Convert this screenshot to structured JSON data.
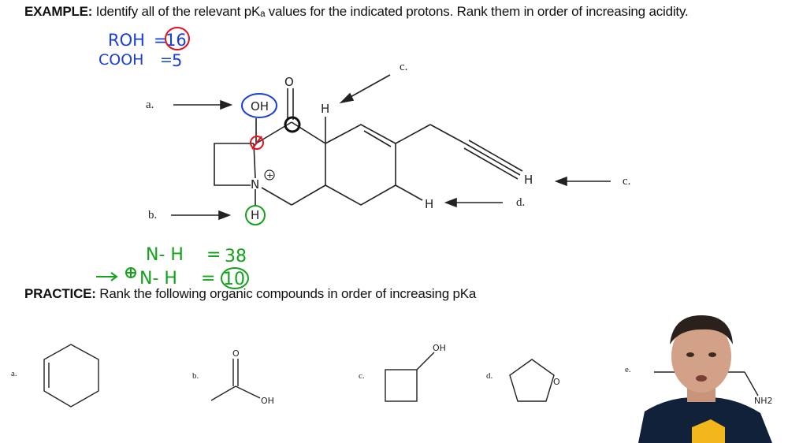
{
  "example": {
    "prefix": "EXAMPLE:",
    "text": "Identify all of the relevant pKₐ values for the indicated protons. Rank them in order of increasing acidity."
  },
  "practice": {
    "prefix": "PRACTICE:",
    "text": "Rank the following organic compounds in order of increasing pKa"
  },
  "molecule_labels": {
    "a": "a.",
    "b": "b.",
    "c_top": "c.",
    "c_right": "c.",
    "d": "d.",
    "oh": "OH",
    "o": "O",
    "n": "N",
    "h": "H",
    "plus": "+"
  },
  "annotations": {
    "roh": "ROH",
    "roh_eq": "=",
    "roh_val": "16",
    "cooh": "COOH",
    "cooh_eq": "=",
    "cooh_val": "5",
    "nh": "N- H",
    "nh_eq": "=",
    "nh_val": "38",
    "nh_plus": "N- H",
    "nh_plus_eq": "=",
    "nh_plus_val": "10"
  },
  "practice_items": [
    {
      "label": "a.",
      "atoms": []
    },
    {
      "label": "b.",
      "atoms": [
        "O",
        "OH"
      ]
    },
    {
      "label": "c.",
      "atoms": [
        "OH"
      ]
    },
    {
      "label": "d.",
      "atoms": [
        "O"
      ]
    },
    {
      "label": "e.",
      "atoms": [
        "NH2"
      ]
    }
  ],
  "colors": {
    "text": "#111111",
    "blue_ink": "#1a3fd6",
    "red_ink": "#e0121b",
    "green_ink": "#14a11b",
    "presenter_shirt": "#12213a",
    "logo": "#f2b81b"
  }
}
